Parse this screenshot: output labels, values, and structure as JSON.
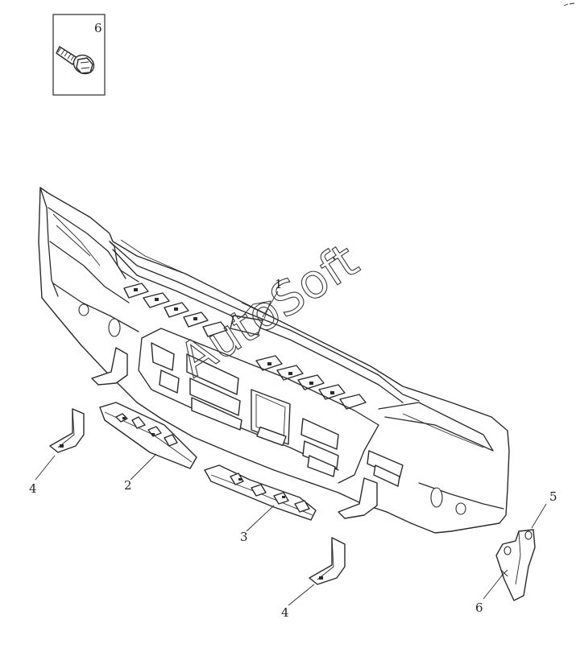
{
  "inset": {
    "callout": "6",
    "icon": "flange-bolt-icon"
  },
  "callouts": {
    "c1": "1",
    "c2": "2",
    "c3": "3",
    "c4a": "4",
    "c4b": "4",
    "c5": "5",
    "c6": "6"
  },
  "watermark": "AutoSoft"
}
